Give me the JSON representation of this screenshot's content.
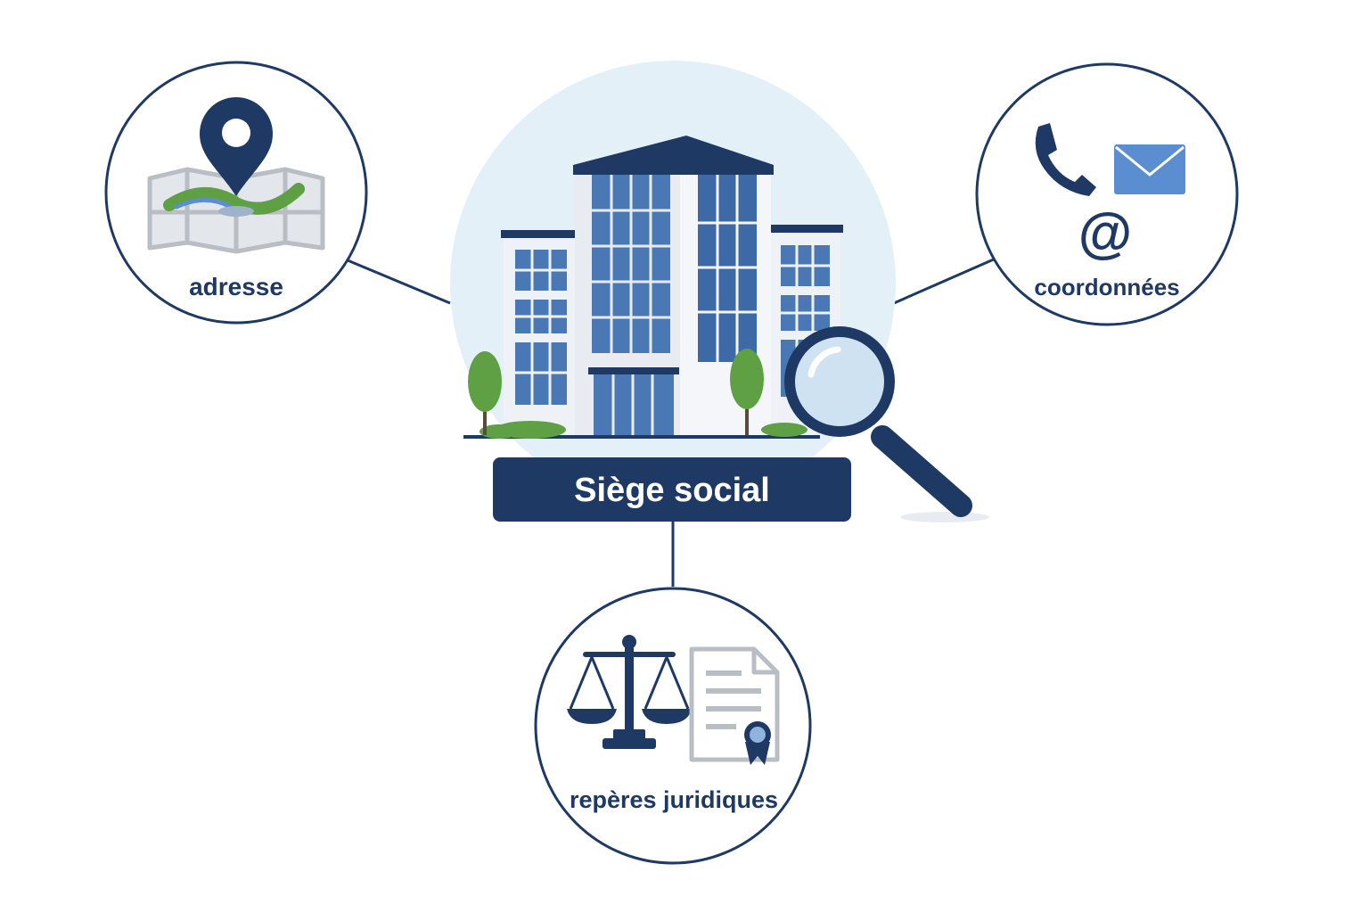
{
  "center": {
    "label": "Siège social"
  },
  "nodes": [
    {
      "id": "address",
      "label": "adresse",
      "icon": "map-pin-icon"
    },
    {
      "id": "contact",
      "label": "coordonnées",
      "icon": "phone-icon"
    },
    {
      "id": "legal",
      "label": "repères juridiques",
      "icon": "scales-icon"
    }
  ],
  "colors": {
    "navy": "#1e3a64",
    "blue": "#5b8ed0",
    "glass": "#4a78b5",
    "halo": "#e4f0f7",
    "green": "#5fa044",
    "grey": "#b9bec5"
  }
}
